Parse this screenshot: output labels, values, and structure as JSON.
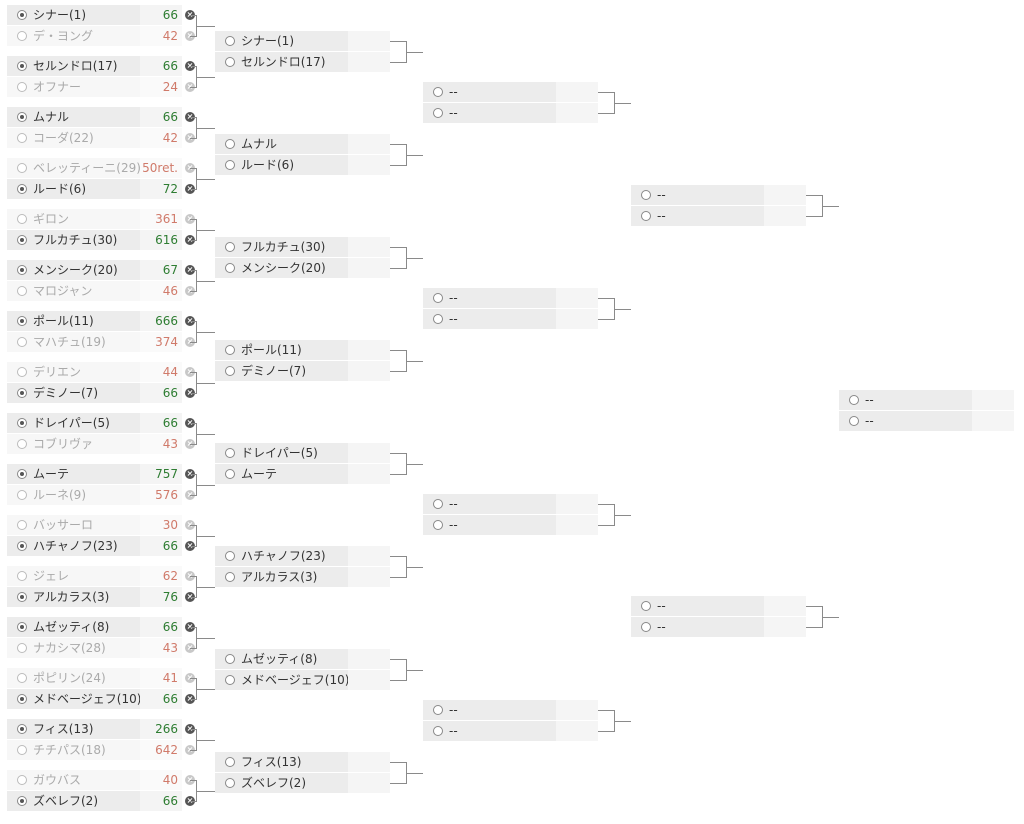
{
  "close_glyph": "×",
  "rounds": [
    [
      {
        "name": "シナー(1)",
        "score": "66",
        "win": true
      },
      {
        "name": "デ・ヨング",
        "score": "42",
        "win": false
      },
      {
        "name": "セルンドロ(17)",
        "score": "66",
        "win": true
      },
      {
        "name": "オフナー",
        "score": "24",
        "win": false
      },
      {
        "name": "ムナル",
        "score": "66",
        "win": true
      },
      {
        "name": "コーダ(22)",
        "score": "42",
        "win": false
      },
      {
        "name": "ベレッティーニ(29)",
        "score": "50ret.",
        "win": false
      },
      {
        "name": "ルード(6)",
        "score": "72",
        "win": true
      },
      {
        "name": "ギロン",
        "score": "361",
        "win": false
      },
      {
        "name": "フルカチュ(30)",
        "score": "616",
        "win": true
      },
      {
        "name": "メンシーク(20)",
        "score": "67",
        "win": true
      },
      {
        "name": "マロジャン",
        "score": "46",
        "win": false
      },
      {
        "name": "ポール(11)",
        "score": "666",
        "win": true
      },
      {
        "name": "マハチュ(19)",
        "score": "374",
        "win": false
      },
      {
        "name": "デリエン",
        "score": "44",
        "win": false
      },
      {
        "name": "デミノー(7)",
        "score": "66",
        "win": true
      },
      {
        "name": "ドレイパー(5)",
        "score": "66",
        "win": true
      },
      {
        "name": "コブリヴァ",
        "score": "43",
        "win": false
      },
      {
        "name": "ムーテ",
        "score": "757",
        "win": true
      },
      {
        "name": "ルーネ(9)",
        "score": "576",
        "win": false
      },
      {
        "name": "バッサーロ",
        "score": "30",
        "win": false
      },
      {
        "name": "ハチャノフ(23)",
        "score": "66",
        "win": true
      },
      {
        "name": "ジェレ",
        "score": "62",
        "win": false
      },
      {
        "name": "アルカラス(3)",
        "score": "76",
        "win": true
      },
      {
        "name": "ムゼッティ(8)",
        "score": "66",
        "win": true
      },
      {
        "name": "ナカシマ(28)",
        "score": "43",
        "win": false
      },
      {
        "name": "ポピリン(24)",
        "score": "41",
        "win": false
      },
      {
        "name": "メドベージェフ(10)",
        "score": "66",
        "win": true
      },
      {
        "name": "フィス(13)",
        "score": "266",
        "win": true
      },
      {
        "name": "チチパス(18)",
        "score": "642",
        "win": false
      },
      {
        "name": "ガウバス",
        "score": "40",
        "win": false
      },
      {
        "name": "ズベレフ(2)",
        "score": "66",
        "win": true
      }
    ],
    [
      {
        "name": "シナー(1)"
      },
      {
        "name": "セルンドロ(17)"
      },
      {
        "name": "ムナル"
      },
      {
        "name": "ルード(6)"
      },
      {
        "name": "フルカチュ(30)"
      },
      {
        "name": "メンシーク(20)"
      },
      {
        "name": "ポール(11)"
      },
      {
        "name": "デミノー(7)"
      },
      {
        "name": "ドレイパー(5)"
      },
      {
        "name": "ムーテ"
      },
      {
        "name": "ハチャノフ(23)"
      },
      {
        "name": "アルカラス(3)"
      },
      {
        "name": "ムゼッティ(8)"
      },
      {
        "name": "メドベージェフ(10)"
      },
      {
        "name": "フィス(13)"
      },
      {
        "name": "ズベレフ(2)"
      }
    ],
    [
      {
        "name": "--"
      },
      {
        "name": "--"
      },
      {
        "name": "--"
      },
      {
        "name": "--"
      },
      {
        "name": "--"
      },
      {
        "name": "--"
      },
      {
        "name": "--"
      },
      {
        "name": "--"
      }
    ],
    [
      {
        "name": "--"
      },
      {
        "name": "--"
      },
      {
        "name": "--"
      },
      {
        "name": "--"
      }
    ],
    [
      {
        "name": "--"
      },
      {
        "name": "--"
      }
    ]
  ]
}
